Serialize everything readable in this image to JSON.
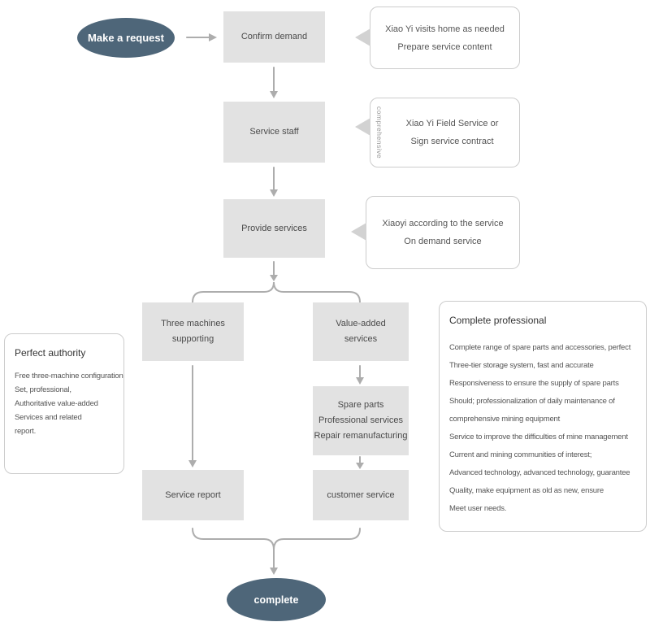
{
  "colors": {
    "node_fill": "#e2e2e2",
    "terminal_fill": "#4e6679",
    "connector": "#adadad",
    "callout_border": "#cccccc"
  },
  "terminals": {
    "start": "Make a request",
    "end": "complete"
  },
  "nodes": {
    "confirm_demand": "Confirm demand",
    "service_staff": "Service staff",
    "provide_services": "Provide services",
    "three_machines": {
      "lines": [
        "Three machines",
        "supporting"
      ]
    },
    "value_added": {
      "lines": [
        "Value-added",
        "services"
      ]
    },
    "spare_parts": {
      "lines": [
        "Spare parts",
        "Professional services",
        "Repair remanufacturing"
      ]
    },
    "service_report": "Service report",
    "customer_service": "customer service"
  },
  "callouts": {
    "confirm_note": {
      "lines": [
        "Xiao Yi visits home as needed",
        "Prepare service content"
      ]
    },
    "staff_note": {
      "side_label": "comprehensive",
      "lines": [
        "Xiao Yi Field Service or",
        "Sign service contract"
      ]
    },
    "provide_note": {
      "lines": [
        "Xiaoyi according to the service",
        "On demand service"
      ]
    },
    "left_panel": {
      "title": "Perfect authority",
      "lines": [
        "Free three-machine configuration",
        "Set, professional,",
        "Authoritative value-added",
        "Services and related",
        "report."
      ]
    },
    "right_panel": {
      "title": "Complete professional",
      "lines": [
        "Complete range of spare parts and accessories, perfect",
        "Three-tier storage system, fast and accurate",
        "Responsiveness to ensure the supply of spare parts",
        "Should; professionalization of daily maintenance of",
        "comprehensive mining equipment",
        "Service to improve the difficulties of mine management",
        "Current and mining communities of interest;",
        "Advanced technology, advanced technology, guarantee",
        "Quality, make equipment as old as new, ensure",
        "Meet user needs."
      ]
    }
  }
}
